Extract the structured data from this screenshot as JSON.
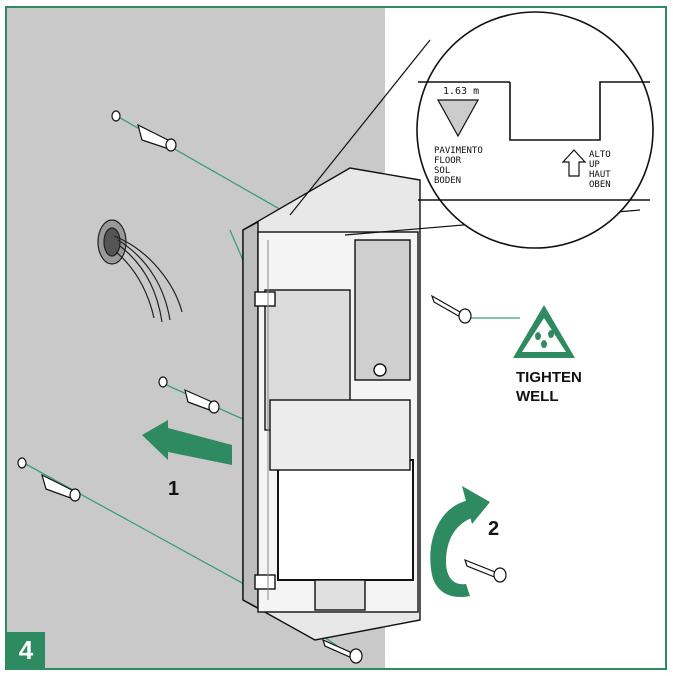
{
  "step_number": "4",
  "callout": {
    "height_label": "1.63 m",
    "floor_labels": [
      "PAVIMENTO",
      "FLOOR",
      "SOL",
      "BODEN"
    ],
    "up_labels": [
      "ALTO",
      "UP",
      "HAUT",
      "OBEN"
    ]
  },
  "tighten_label": [
    "TIGHTEN",
    "WELL"
  ],
  "step_labels": {
    "push": "1",
    "rotate": "2"
  },
  "colors": {
    "wall": "#c9c9c9",
    "accent": "#2e8a60",
    "line": "#1a1a1a",
    "leader": "#3aa07a"
  },
  "icons": [
    "wall-plug-icon",
    "screw-icon",
    "push-arrow-icon",
    "rotate-arrow-icon",
    "tighten-warning-icon",
    "up-arrow-icon",
    "floor-triangle-icon",
    "cable-bundle-icon"
  ]
}
